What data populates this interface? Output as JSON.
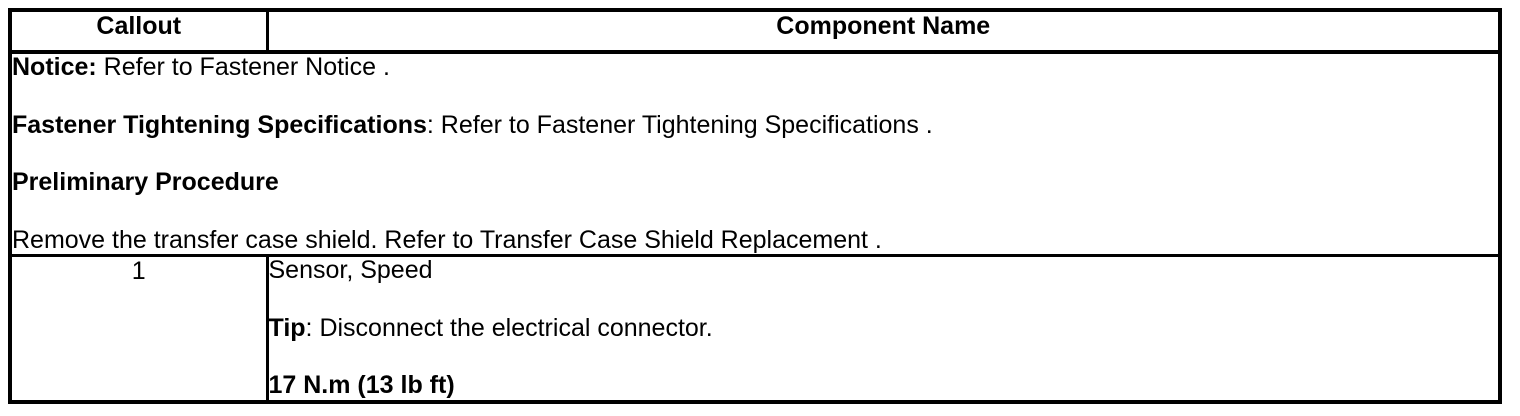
{
  "document": {
    "type": "service-procedure-table",
    "table": {
      "headers": {
        "callout": "Callout",
        "component_name": "Component Name"
      },
      "notice_block": {
        "notice_label": "Notice:",
        "notice_text": " Refer to Fastener Notice .",
        "fastener_spec_label": "Fastener Tightening Specifications",
        "fastener_spec_text": ": Refer to Fastener Tightening Specifications .",
        "preliminary_heading": "Preliminary Procedure",
        "preliminary_text": "Remove the transfer case shield. Refer to Transfer Case Shield Replacement ."
      },
      "rows": [
        {
          "callout": "1",
          "component": "Sensor, Speed",
          "tip_label": "Tip",
          "tip_text": ": Disconnect the electrical connector.",
          "torque": "17 N.m (13 lb ft)"
        }
      ]
    }
  }
}
